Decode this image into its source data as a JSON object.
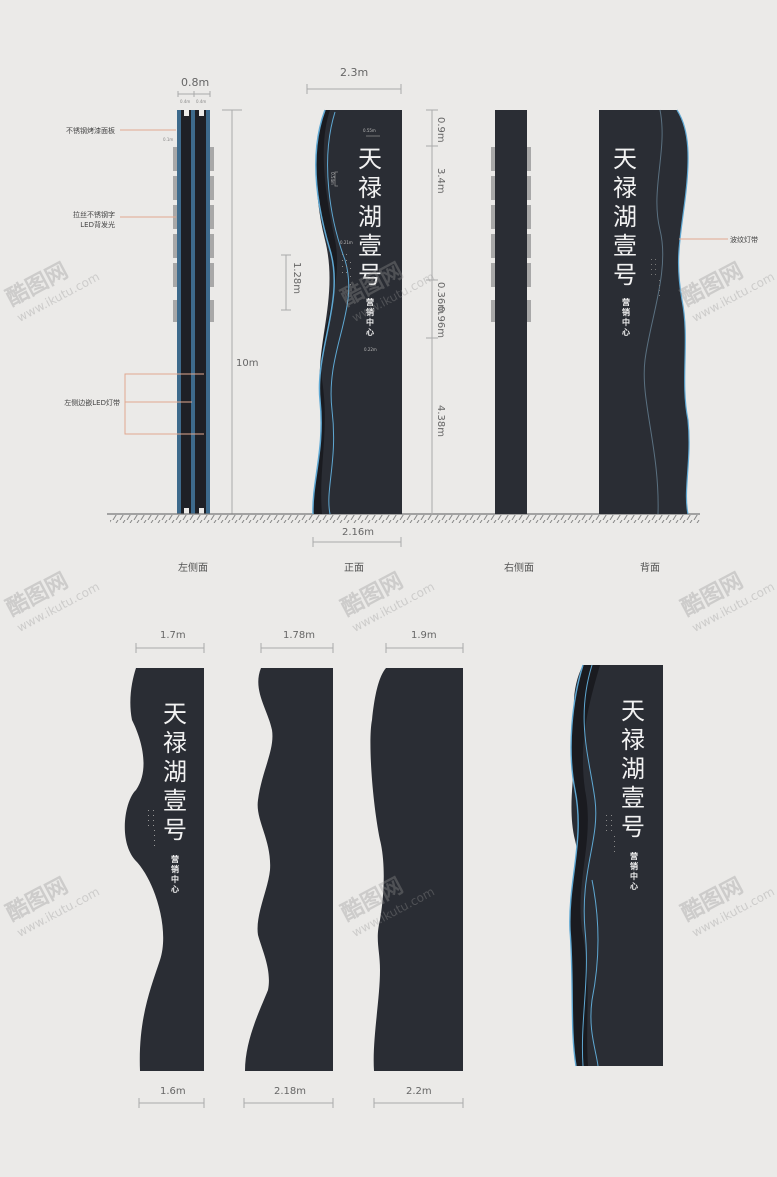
{
  "sign_text": {
    "title_chars": [
      "天",
      "禄",
      "湖",
      "壹",
      "号"
    ],
    "subtitle": "营销中心"
  },
  "top_row": {
    "left_side_view": {
      "label": "左侧面",
      "width_total": "0.8m",
      "width_parts": [
        "0.4m",
        "0.4m"
      ],
      "edge_offset": "0.1m",
      "height": "10m",
      "annotations": [
        "不锈钢烤漆面板",
        "拉丝不锈钢字\nLED背发光",
        "左侧边嵌LED灯带"
      ]
    },
    "front_view": {
      "label": "正面",
      "top_width": "2.3m",
      "bottom_width": "2.16m",
      "text_height": "1.28m",
      "char_width": "0.55m",
      "char_height": "0.54m",
      "gap_small_1": "0.21m",
      "gap_small_2": "0.22m",
      "vertical_dims": [
        "0.9m",
        "3.4m",
        "0.36m",
        "0.96m",
        "4.38m"
      ]
    },
    "right_side_view": {
      "label": "右侧面"
    },
    "back_view": {
      "label": "背面",
      "annotation": "波纹灯带"
    }
  },
  "bottom_row": {
    "layers": [
      {
        "top_width": "1.7m",
        "bottom_width": "1.6m",
        "has_text": true
      },
      {
        "top_width": "1.78m",
        "bottom_width": "2.18m",
        "has_text": false
      },
      {
        "top_width": "1.9m",
        "bottom_width": "2.2m",
        "has_text": false
      }
    ],
    "composite_view": {
      "has_text": true
    }
  },
  "watermark": {
    "brand": "酷图网",
    "url": "www.ikutu.com"
  },
  "colors": {
    "background": "#ebeae8",
    "panel": "#2a2d34",
    "panel_dark": "#1e2026",
    "led_blue": "#5fa8d3",
    "side_blue": "#3d6a8c",
    "leader_line": "#e0a890",
    "dim_line": "#aaaaaa"
  }
}
